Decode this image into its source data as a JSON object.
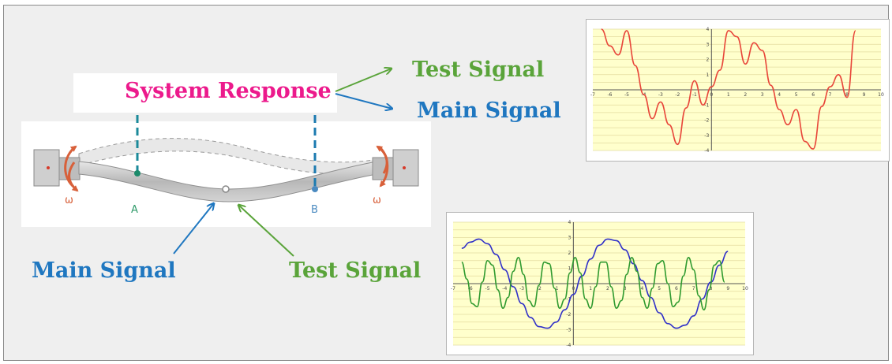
{
  "labels": {
    "system_response": "System Response",
    "test_signal_top": "Test Signal",
    "main_signal_top": "Main Signal",
    "main_signal_bottom": "Main Signal",
    "test_signal_bottom": "Test Signal",
    "point_a": "A",
    "point_b": "B",
    "omega_left": "ω",
    "omega_right": "ω"
  },
  "colors": {
    "pink": "#ec1a8c",
    "green": "#5aa43a",
    "blue": "#1f77c0",
    "red_curve": "#e8463a",
    "blue_curve": "#3030c8",
    "green_curve": "#2f9a2f",
    "plot_bg": "#ffffcc",
    "arrow_orange": "#d8603a"
  },
  "chart_data": [
    {
      "type": "line",
      "xlim": [
        -7,
        10
      ],
      "ylim": [
        -4,
        4
      ],
      "x_ticks": [
        -7,
        -6,
        -5,
        -4,
        -3,
        -2,
        -1,
        0,
        1,
        2,
        3,
        4,
        5,
        6,
        7,
        8,
        9,
        10
      ],
      "y_ticks": [
        -4,
        -3,
        -2,
        -1,
        1,
        2,
        3,
        4
      ],
      "grid": true,
      "series": [
        {
          "color": "#e8463a",
          "x": [
            -6.5,
            -6,
            -5.5,
            -5,
            -4.5,
            -4,
            -3.5,
            -3,
            -2.5,
            -2,
            -1.5,
            -1,
            -0.5,
            0,
            0.5,
            1,
            1.5,
            2,
            2.5,
            3,
            3.5,
            4,
            4.5,
            5,
            5.5,
            6,
            6.5,
            7,
            7.5,
            8,
            8.5
          ],
          "y": [
            4.0,
            2.9,
            2.3,
            3.9,
            1.6,
            -0.3,
            -1.9,
            -0.8,
            -2.3,
            -3.6,
            -1.2,
            0.6,
            -1.0,
            0.2,
            1.3,
            3.9,
            3.5,
            1.7,
            3.1,
            2.6,
            0.3,
            -1.3,
            -2.3,
            -1.3,
            -3.4,
            -3.9,
            -1.1,
            0.2,
            1.0,
            -0.5,
            3.9
          ]
        }
      ]
    },
    {
      "type": "line",
      "xlim": [
        -7,
        10
      ],
      "ylim": [
        -4,
        4
      ],
      "x_ticks": [
        -7,
        -6,
        -5,
        -4,
        -3,
        -2,
        -1,
        0,
        1,
        2,
        3,
        4,
        5,
        6,
        7,
        8,
        9,
        10
      ],
      "y_ticks": [
        -4,
        -3,
        -2,
        -1,
        1,
        2,
        3,
        4
      ],
      "grid": true,
      "series": [
        {
          "color": "#3030c8",
          "x": [
            -6.5,
            -6,
            -5.5,
            -5,
            -4.5,
            -4,
            -3.5,
            -3,
            -2.5,
            -2,
            -1.5,
            -1,
            -0.5,
            0,
            0.5,
            1,
            1.5,
            2,
            2.5,
            3,
            3.5,
            4,
            4.5,
            5,
            5.5,
            6,
            6.5,
            7,
            7.5,
            8,
            8.5,
            9
          ],
          "y": [
            2.3,
            2.7,
            2.9,
            2.6,
            1.9,
            0.9,
            -0.2,
            -1.3,
            -2.2,
            -2.8,
            -2.9,
            -2.5,
            -1.7,
            -0.7,
            0.5,
            1.6,
            2.5,
            2.9,
            2.8,
            2.2,
            1.3,
            0.2,
            -0.9,
            -1.9,
            -2.6,
            -2.9,
            -2.7,
            -2.1,
            -1.0,
            0.1,
            1.2,
            2.1
          ]
        },
        {
          "color": "#2f9a2f",
          "x": [
            -6.5,
            -6.2,
            -5.9,
            -5.6,
            -5.3,
            -5.0,
            -4.7,
            -4.4,
            -4.1,
            -3.8,
            -3.5,
            -3.2,
            -2.9,
            -2.6,
            -2.3,
            -2.0,
            -1.7,
            -1.4,
            -1.1,
            -0.8,
            -0.5,
            -0.2,
            0.1,
            0.4,
            0.7,
            1.0,
            1.3,
            1.6,
            1.9,
            2.2,
            2.5,
            2.8,
            3.1,
            3.4,
            3.7,
            4.0,
            4.3,
            4.6,
            4.9,
            5.2,
            5.5,
            5.8,
            6.1,
            6.4,
            6.7,
            7.0,
            7.3,
            7.6,
            7.9,
            8.2,
            8.5,
            8.8
          ],
          "y": [
            1.4,
            0.3,
            -1.3,
            -1.5,
            0.1,
            1.5,
            1.2,
            -0.4,
            -1.6,
            -0.9,
            0.8,
            1.7,
            0.6,
            -1.1,
            -1.5,
            -0.1,
            1.4,
            1.3,
            -0.3,
            -1.6,
            -1.0,
            0.7,
            1.7,
            0.7,
            -1.0,
            -1.6,
            -0.2,
            1.4,
            1.4,
            -0.2,
            -1.6,
            -1.1,
            0.6,
            1.7,
            0.8,
            -0.9,
            -1.6,
            -0.3,
            1.3,
            1.5,
            0.0,
            -1.5,
            -1.2,
            0.5,
            1.7,
            0.9,
            -0.8,
            -1.7,
            -0.4,
            1.2,
            1.5,
            0.1
          ]
        }
      ]
    }
  ]
}
